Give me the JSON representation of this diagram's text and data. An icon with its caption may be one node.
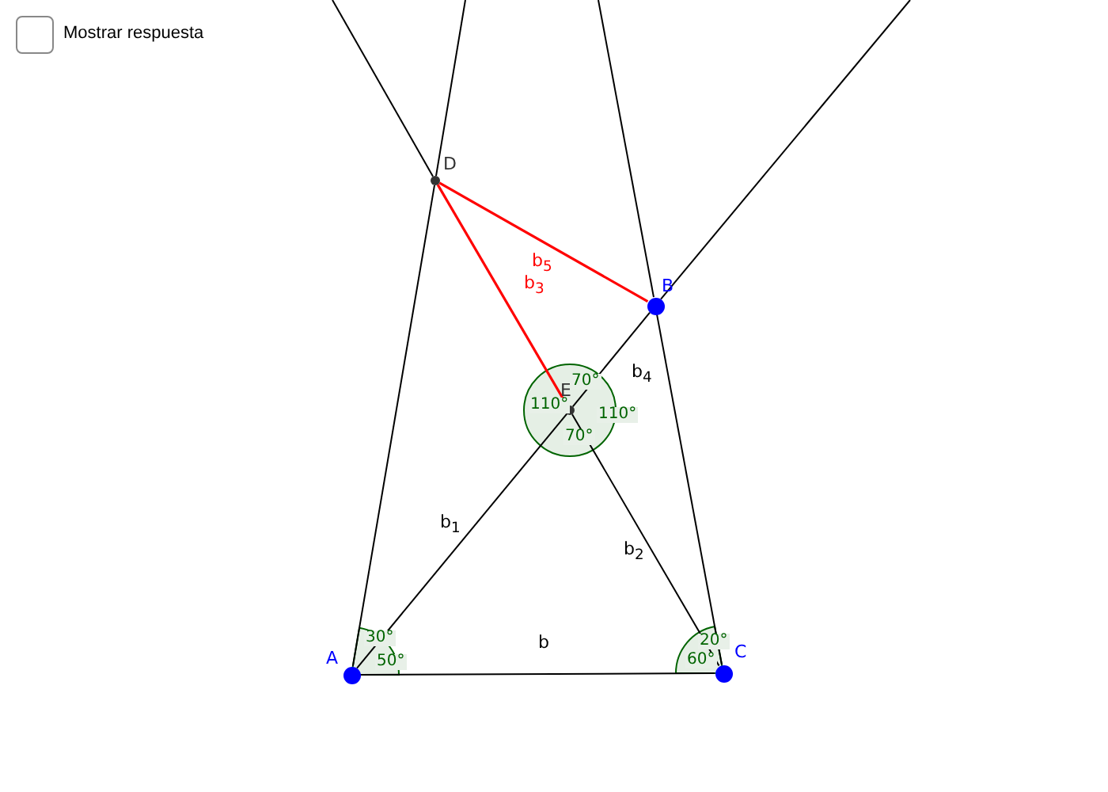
{
  "diagram": {
    "nodes": [
      {
        "text": [
          "A"
        ]
      },
      {
        "text": [
          "B"
        ]
      },
      {
        "text": [
          "C"
        ]
      },
      {
        "text": [
          "D"
        ]
      },
      {
        "text": [
          "E"
        ]
      }
    ],
    "edges": [
      {
        "from": 0,
        "to": 2,
        "arrow": "none",
        "label": "b"
      },
      {
        "from": 0,
        "to": 4,
        "arrow": "none",
        "label": "b$_{1}$"
      },
      {
        "from": 4,
        "to": 2,
        "arrow": "none",
        "label": "b$_{2}$"
      },
      {
        "from": 3,
        "to": 4,
        "arrow": "none",
        "label": "b$_{3}$",
        "color": "#ff0000"
      },
      {
        "from": 4,
        "to": 1,
        "arrow": "none",
        "label": "b$_{4}$"
      },
      {
        "from": 3,
        "to": 1,
        "arrow": "none",
        "label": "b$_{5}$",
        "color": "#ff0000"
      },
      {
        "from": 0,
        "to": 3,
        "arrow": "none"
      },
      {
        "from": 2,
        "to": 1,
        "arrow": "none"
      },
      {
        "from": 3,
        "to": null,
        "arrow": "none"
      },
      {
        "from": 1,
        "to": null,
        "arrow": "none"
      },
      {
        "from": 1,
        "to": null,
        "arrow": "none"
      },
      {
        "from": 3,
        "to": null,
        "arrow": "none"
      }
    ],
    "labels": [
      "Mostrar respuesta",
      "70°",
      "110°",
      "110°",
      "70°",
      "30°",
      "50°",
      "20°",
      "60°"
    ]
  }
}
